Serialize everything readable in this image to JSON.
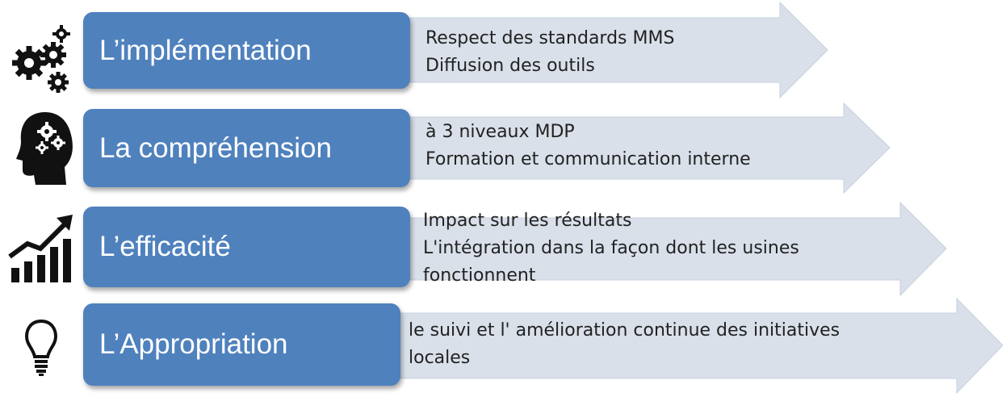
{
  "colors": {
    "box": "#4f81bd",
    "arrow_fill": "#d9e0ea",
    "arrow_stroke": "#c7d0dd",
    "icon": "#111111"
  },
  "rows": [
    {
      "title": "L’implémentation",
      "icon": "gears-icon",
      "lines": [
        "Respect des standards MMS",
        "Diffusion des outils"
      ]
    },
    {
      "title": "La compréhension",
      "icon": "head-gears-icon",
      "lines": [
        "à 3 niveaux  MDP",
        "Formation et communication interne"
      ]
    },
    {
      "title": "L’efficacité",
      "icon": "growth-chart-icon",
      "lines": [
        "Impact sur les résultats",
        "L'intégration dans la façon dont les usines",
        "fonctionnent"
      ]
    },
    {
      "title": "L’Appropriation",
      "icon": "lightbulb-icon",
      "lines": [
        "le suivi et l' amélioration continue  des initiatives",
        "locales"
      ]
    }
  ]
}
